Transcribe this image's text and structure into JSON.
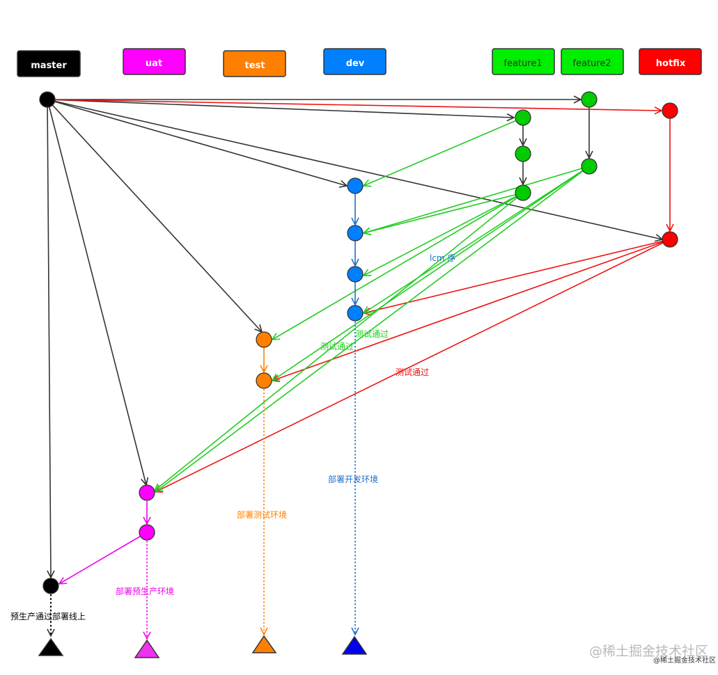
{
  "branches": {
    "master": {
      "label": "master",
      "fill": "#000000",
      "text_color": "#ffffff"
    },
    "uat": {
      "label": "uat",
      "fill": "#ff00ff",
      "text_color": "#ffffff"
    },
    "test": {
      "label": "test",
      "fill": "#ff8000",
      "text_color": "#ffffff"
    },
    "dev": {
      "label": "dev",
      "fill": "#0080ff",
      "text_color": "#ffffff"
    },
    "feature1": {
      "label": "feature1",
      "fill": "#00ee00",
      "text_color": "#333333"
    },
    "feature2": {
      "label": "feature2",
      "fill": "#00ee00",
      "text_color": "#333333"
    },
    "hotfix": {
      "label": "hotfix",
      "fill": "#ff0000",
      "text_color": "#ffffff"
    }
  },
  "node_colors": {
    "master": "#000000",
    "uat": "#ff00ff",
    "test": "#ff8000",
    "dev": "#0080ff",
    "feature": "#00cc00",
    "hotfix": "#ff0000"
  },
  "edge_colors": {
    "master": "#333333",
    "uat": "#ee00ee",
    "test": "#ff8000",
    "dev": "#1e70c8",
    "feature": "#22cc22",
    "hotfix": "#ee1111"
  },
  "labels": {
    "lcm": "lcm 序",
    "dev_test_pass": "测试通过",
    "test_feature_pass": "测试通过",
    "hotfix_test_pass": "测试通过",
    "deploy_dev": "部署开发环境",
    "deploy_test": "部署测试环境",
    "deploy_uat": "部署预生产环境",
    "deploy_online": "预生产通过部署线上"
  },
  "watermark": {
    "main": "@稀土掘金技术社区",
    "small": "@稀土掘金技术社区"
  }
}
